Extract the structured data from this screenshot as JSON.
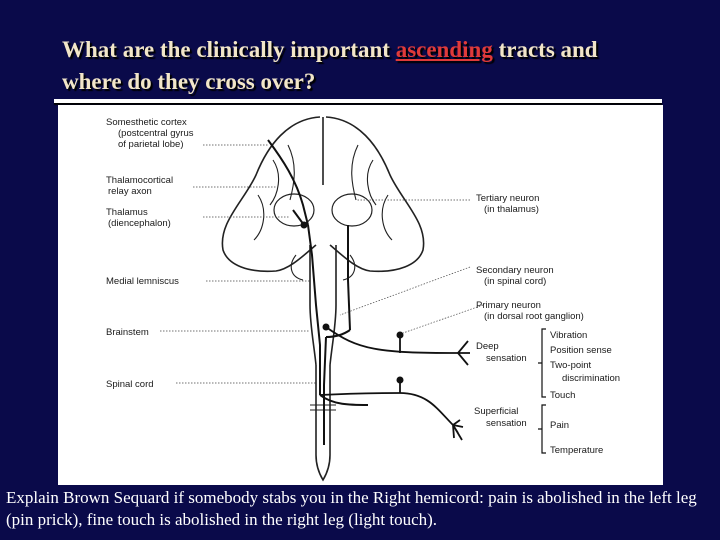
{
  "slide": {
    "title_prefix": "What are the clinically important ",
    "title_highlight": "ascending",
    "title_suffix": " tracts and where do they cross over?",
    "caption": "Explain Brown Sequard if somebody stabs you in the Right hemicord: pain is abolished in the left leg (pin prick), fine touch is abolished in the right leg (light touch)."
  },
  "figure": {
    "left_labels": {
      "cortex_1": "Somesthetic cortex",
      "cortex_2": "(postcentral gyrus",
      "cortex_3": "of parietal lobe)",
      "thalamocortical_1": "Thalamocortical",
      "thalamocortical_2": "relay axon",
      "thalamus_1": "Thalamus",
      "thalamus_2": "(diencephalon)",
      "medial_lemniscus": "Medial lemniscus",
      "brainstem": "Brainstem",
      "spinal_cord": "Spinal cord"
    },
    "right_labels": {
      "tertiary_1": "Tertiary neuron",
      "tertiary_2": "(in thalamus)",
      "secondary_1": "Secondary neuron",
      "secondary_2": "(in spinal cord)",
      "primary_1": "Primary neuron",
      "primary_2": "(in dorsal root ganglion)",
      "deep_1": "Deep",
      "deep_2": "sensation",
      "superficial_1": "Superficial",
      "superficial_2": "sensation"
    },
    "modalities": {
      "vibration": "Vibration",
      "position_sense": "Position sense",
      "two_point_1": "Two-point",
      "two_point_2": "discrimination",
      "touch": "Touch",
      "pain": "Pain",
      "temperature": "Temperature"
    }
  }
}
